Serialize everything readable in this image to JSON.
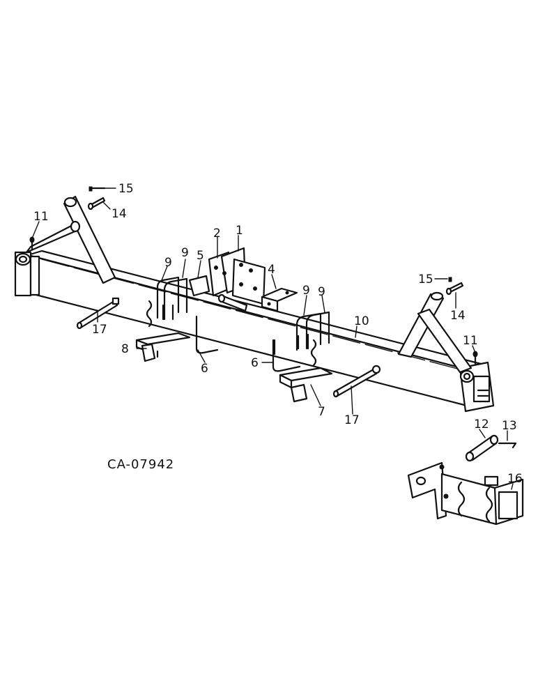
{
  "figure": {
    "code": "CA-07942",
    "callouts": [
      "1",
      "2",
      "4",
      "5",
      "6",
      "6",
      "7",
      "8",
      "9",
      "9",
      "9",
      "9",
      "10",
      "11",
      "11",
      "12",
      "13",
      "14",
      "14",
      "15",
      "15",
      "16",
      "17",
      "17"
    ]
  }
}
